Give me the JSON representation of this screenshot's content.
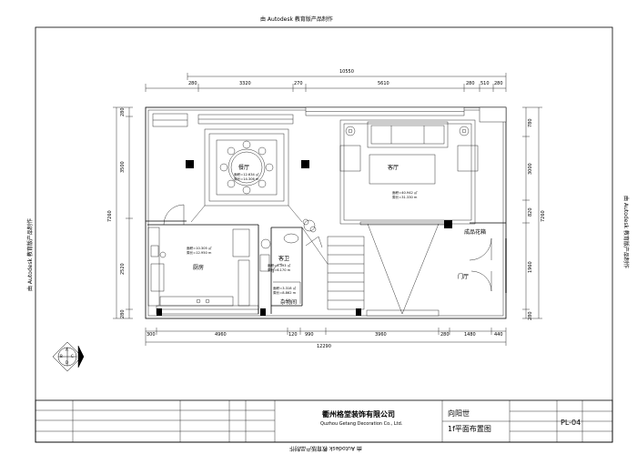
{
  "watermark": {
    "top": "由 Autodesk 教育版产品制作",
    "bottom": "由 Autodesk 教育版产品制作",
    "left": "由 Autodesk 教育版产品制作",
    "right": "由 Autodesk 教育版产品制作"
  },
  "dimensions": {
    "top_total": "10550",
    "top_segments": [
      "280",
      "3320",
      "270",
      "5610",
      "280",
      "510",
      "280"
    ],
    "bottom_total": "12290",
    "bottom_segments": [
      "300",
      "4960",
      "120",
      "990",
      "3960",
      "280",
      "1480",
      "440"
    ],
    "left_total": "7260",
    "left_segments": [
      "280",
      "3500",
      "2520",
      "280"
    ],
    "right_total": "7260",
    "right_segments": [
      "780",
      "3000",
      "820",
      "1960",
      "280"
    ]
  },
  "rooms": {
    "dining": {
      "name": "餐厅",
      "area": "面积=12.634 ㎡",
      "perimeter": "周长=14.306 m"
    },
    "living": {
      "name": "客厅",
      "area": "面积=40.942 ㎡",
      "perimeter": "周长=31.330 m"
    },
    "kitchen": {
      "name": "厨房",
      "area": "面积=10.305 ㎡",
      "perimeter": "周长=12.950 m"
    },
    "bath": {
      "name": "客卫",
      "area": "面积=2.393 ㎡",
      "perimeter": "周长=6.170 m"
    },
    "storage": {
      "name": "杂物间",
      "area": "面积=3.318 ㎡",
      "perimeter": "周长=8.862 m"
    },
    "garden": {
      "name": "成品花箱"
    },
    "entry": {
      "name": "门厅"
    }
  },
  "title_block": {
    "company": "衢州格堂装饰有限公司",
    "company_en": "Quzhou Getang Decoration Co., Ltd.",
    "project": "向阳世",
    "sheet_title": "1f平面布置图",
    "sheet_no": "PL-04"
  },
  "compass_letters": [
    "A",
    "B",
    "C",
    "D"
  ]
}
